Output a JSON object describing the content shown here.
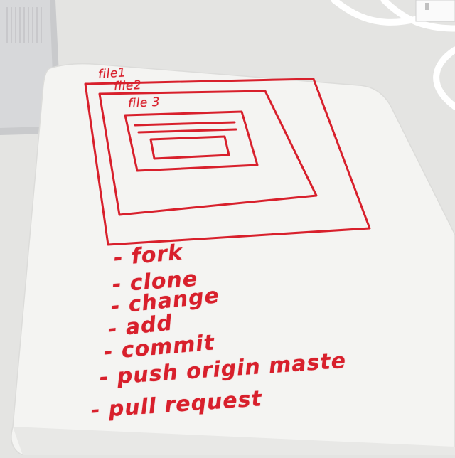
{
  "colors": {
    "background": "#e4e4e2",
    "whiteboard": "#f4f4f2",
    "marker": "#d8202c",
    "laptop": "#c9cacc"
  },
  "diagram": {
    "labels": [
      "file1",
      "file2",
      "file 3"
    ]
  },
  "steps": [
    "- fork",
    "- clone",
    "- change",
    "- add",
    "- commit",
    "- push origin maste",
    "- pull request"
  ]
}
